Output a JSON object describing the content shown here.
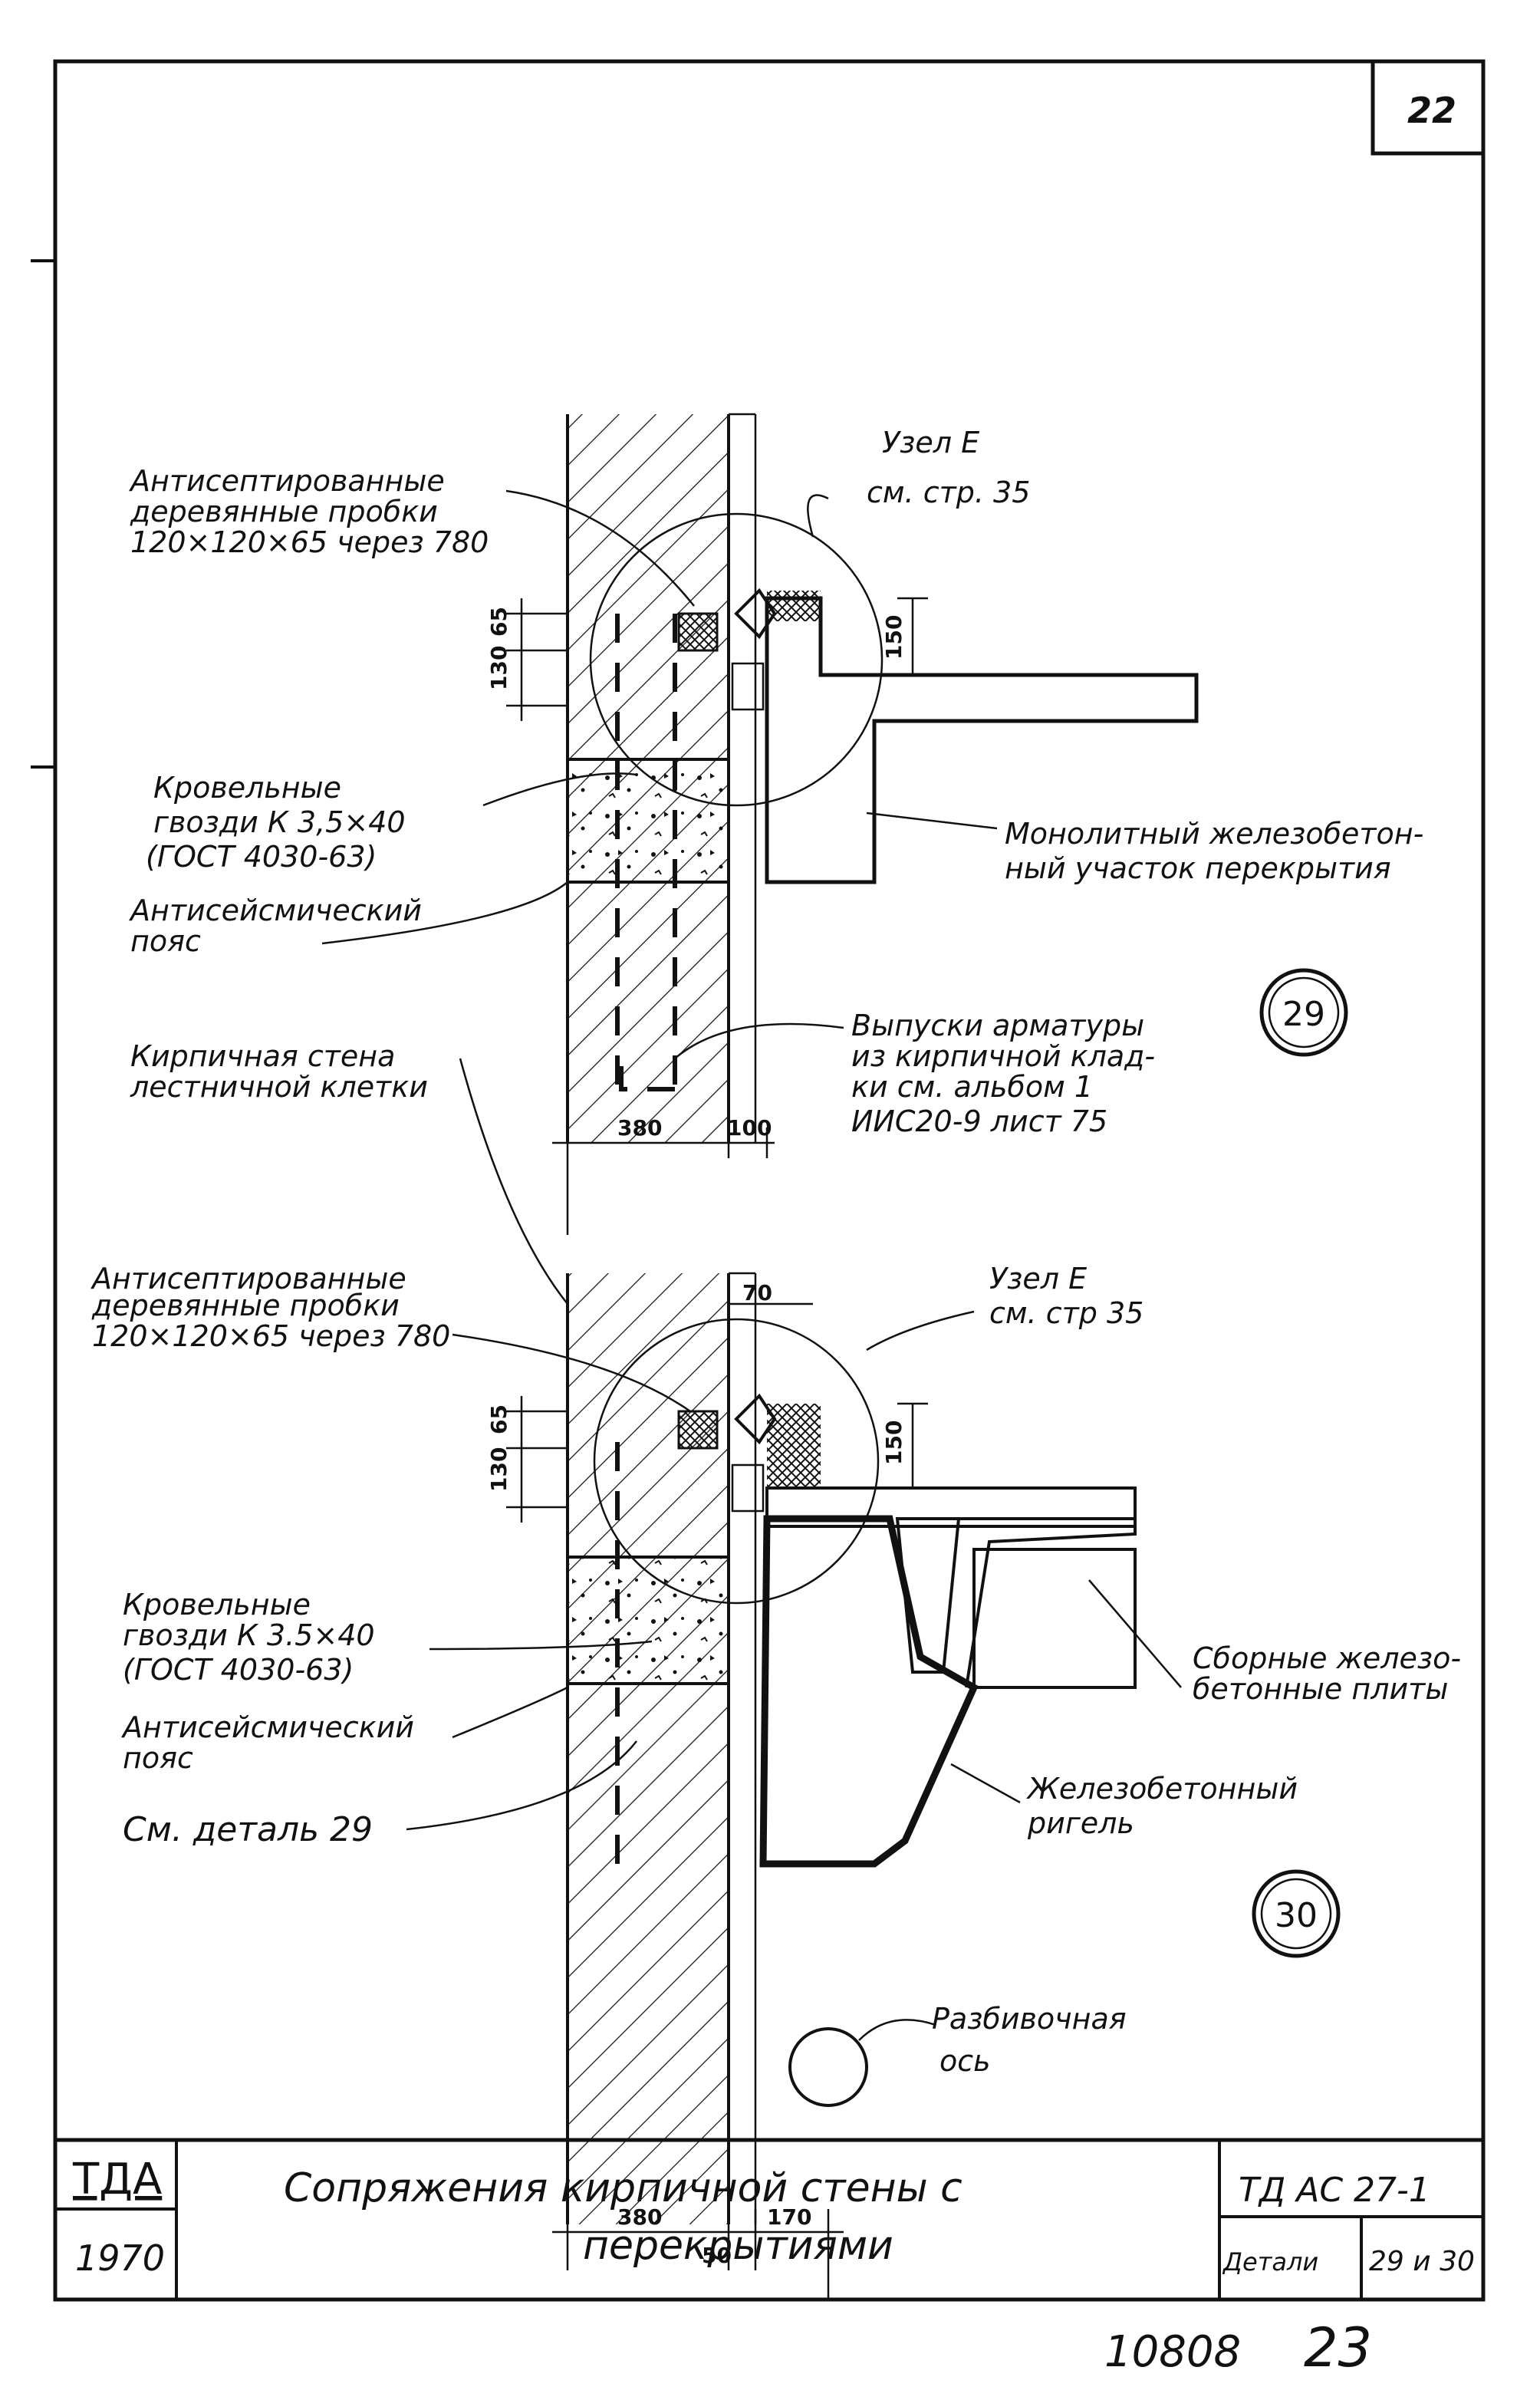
{
  "sheet_number": "22",
  "detail29": {
    "label_uzel": "Узел Е",
    "label_uzel_ref": "см. стр. 35",
    "label_probki_1": "Антисептированные",
    "label_probki_2": "деревянные пробки",
    "label_probki_3": "120×120×65 через 780",
    "label_gvozdi_1": "Кровельные",
    "label_gvozdi_2": "гвозди К 3,5×40",
    "label_gvozdi_3": "(ГОСТ 4030-63)",
    "label_poyas_1": "Антисейсмический",
    "label_poyas_2": "пояс",
    "label_stena_1": "Кирпичная стена",
    "label_stena_2": "лестничной клетки",
    "label_monolit_1": "Монолитный железобетон-",
    "label_monolit_2": "ный участок перекрытия",
    "label_vypuski_1": "Выпуски арматуры",
    "label_vypuski_2": "из кирпичной клад-",
    "label_vypuski_3": "ки см. альбом 1",
    "label_vypuski_4": "ИИС20-9 лист 75",
    "dim_380": "380",
    "dim_100": "100",
    "dim_130": "130",
    "dim_65": "65",
    "dim_150": "150",
    "marker": "29"
  },
  "detail30": {
    "label_uzel": "Узел Е",
    "label_uzel_ref": "см. стр 35",
    "label_probki_1": "Антисептированные",
    "label_probki_2": "деревянные пробки",
    "label_probki_3": "120×120×65 через 780",
    "label_gvozdi_1": "Кровельные",
    "label_gvozdi_2": "гвозди К 3.5×40",
    "label_gvozdi_3": "(ГОСТ 4030-63)",
    "label_poyas_1": "Антисейсмический",
    "label_poyas_2": "пояс",
    "label_sm": "См. деталь 29",
    "label_plity_1": "Сборные железо-",
    "label_plity_2": "бетонные плиты",
    "label_rigel_1": "Железобетонный",
    "label_rigel_2": "ригель",
    "label_os_1": "Разбивочная",
    "label_os_2": "ось",
    "dim_70": "70",
    "dim_65": "65",
    "dim_130": "130",
    "dim_150": "150",
    "dim_380": "380",
    "dim_170": "170",
    "dim_50": "50",
    "marker": "30"
  },
  "title_block": {
    "org": "ТДА",
    "year": "1970",
    "title_1": "Сопряжения кирпичной стены с",
    "title_2": "перекрытиями",
    "code": "ТД АС 27-1",
    "details_label": "Детали",
    "details_value": "29 и 30"
  },
  "footer": {
    "archive_no": "10808",
    "page_no": "23"
  }
}
